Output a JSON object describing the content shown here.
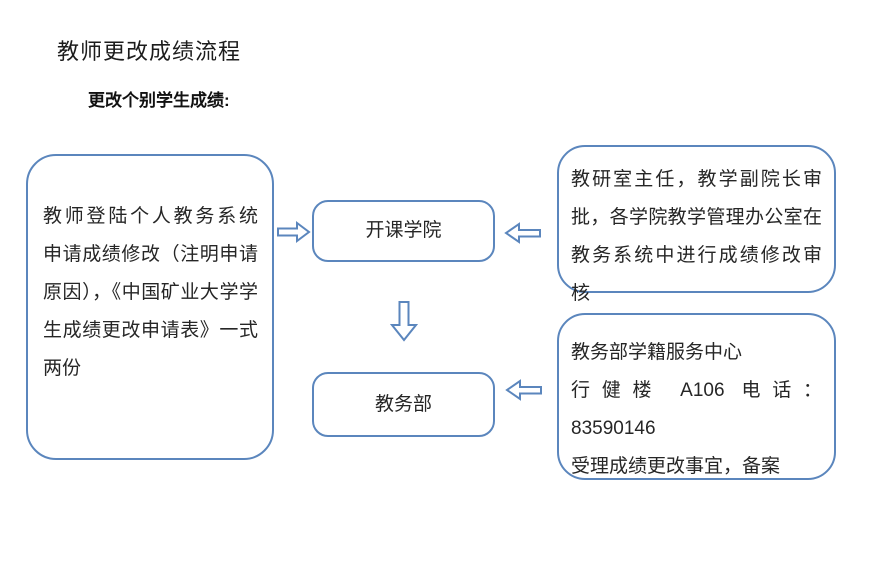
{
  "page": {
    "title": "教师更改成绩流程",
    "subtitle": "更改个别学生成绩:"
  },
  "flowchart": {
    "accent_color": "#5b86bd",
    "text_color": "#262626",
    "teacher_box": {
      "lines": [
        "教师登陆个人教务系统",
        "申请成绩修改（注明申请",
        "原因），《中国矿业大学学",
        "生成绩更改申请表》一式",
        "两份"
      ]
    },
    "course_college_box": {
      "label": "开课学院"
    },
    "academic_affairs_box": {
      "label": "教务部"
    },
    "approval_box": {
      "lines": [
        "教研室主任，教学副院长审",
        "批，各学院教学管理办公室在",
        "教务系统中进行成绩修改审",
        "核"
      ]
    },
    "service_box": {
      "lines": [
        "教务部学籍服务中心",
        "行健楼 A106 电话：",
        "83590146",
        "受理成绩更改事宜，备案"
      ]
    },
    "arrows": [
      "right-arrow: teacher-box to course-college-box",
      "left-arrow: approval-box to course-college-box",
      "down-arrow: course-college-box to academic-affairs-box",
      "left-arrow: service-box to academic-affairs-box"
    ]
  }
}
